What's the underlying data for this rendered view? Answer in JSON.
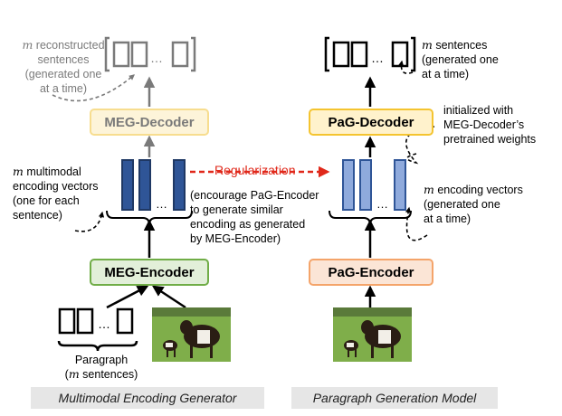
{
  "left": {
    "recon_note": [
      "m reconstructed",
      "sentences",
      "(generated one",
      "at a time)"
    ],
    "decoder_label": "MEG-Decoder",
    "vectors_note": [
      "m multimodal",
      "encoding vectors",
      "(one for each",
      "sentence)"
    ],
    "encoder_label": "MEG-Encoder",
    "paragraph_note": [
      "Paragraph",
      "(m sentences)"
    ],
    "caption": "Multimodal Encoding Generator"
  },
  "right": {
    "sentences_note": [
      "m sentences",
      "(generated one",
      "at a time)"
    ],
    "decoder_label": "PaG-Decoder",
    "init_note": [
      "initialized with",
      "MEG-Decoder’s",
      "pretrained weights"
    ],
    "vectors_note": [
      "m encoding vectors",
      "(generated one",
      "at a time)"
    ],
    "encoder_label": "PaG-Encoder",
    "caption": "Paragraph Generation Model"
  },
  "middle": {
    "regularization_label": "Regularization",
    "regularization_note": [
      "(encourage PaG-Encoder",
      "to generate similar",
      "encoding as generated",
      "by MEG-Encoder)"
    ]
  },
  "ellipsis": "…",
  "colors": {
    "meg_decoder_fill": "#fdf4d9",
    "meg_decoder_border": "#f7dd8f",
    "pag_decoder_fill": "#fff2cc",
    "pag_decoder_border": "#f4c430",
    "meg_encoder_fill": "#e2efd9",
    "meg_encoder_border": "#70ad47",
    "pag_encoder_fill": "#fbe5d6",
    "pag_encoder_border": "#f4a46a",
    "vector_dark": "#2f5597",
    "vector_light": "#8faadc",
    "regularization": "#e0281a"
  }
}
